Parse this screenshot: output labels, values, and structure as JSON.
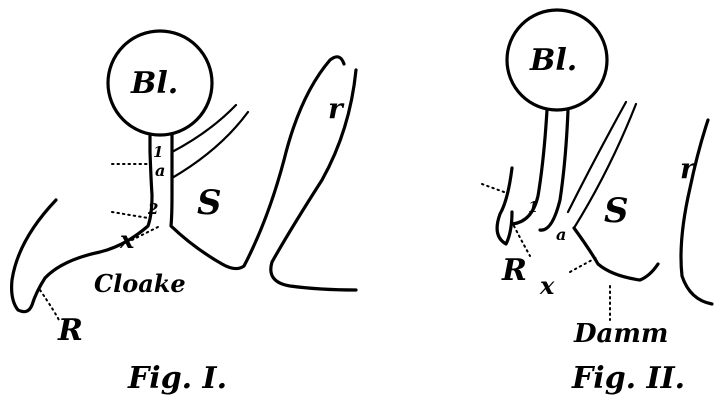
{
  "figures": [
    {
      "caption": "Fig. I.",
      "labels": {
        "bladder": "Bl.",
        "mark1": "1",
        "mark_a": "a",
        "mark2": "2",
        "mark_x": "x",
        "sinus": "S",
        "rectum": "r",
        "cloaca": "Cloake",
        "R": "R"
      }
    },
    {
      "caption": "Fig. II.",
      "labels": {
        "bladder": "Bl.",
        "mark1": "1",
        "mark_a": "a",
        "sinus": "S",
        "rectum": "r",
        "R": "R",
        "mark_x": "x",
        "perineum": "Damm"
      }
    }
  ]
}
